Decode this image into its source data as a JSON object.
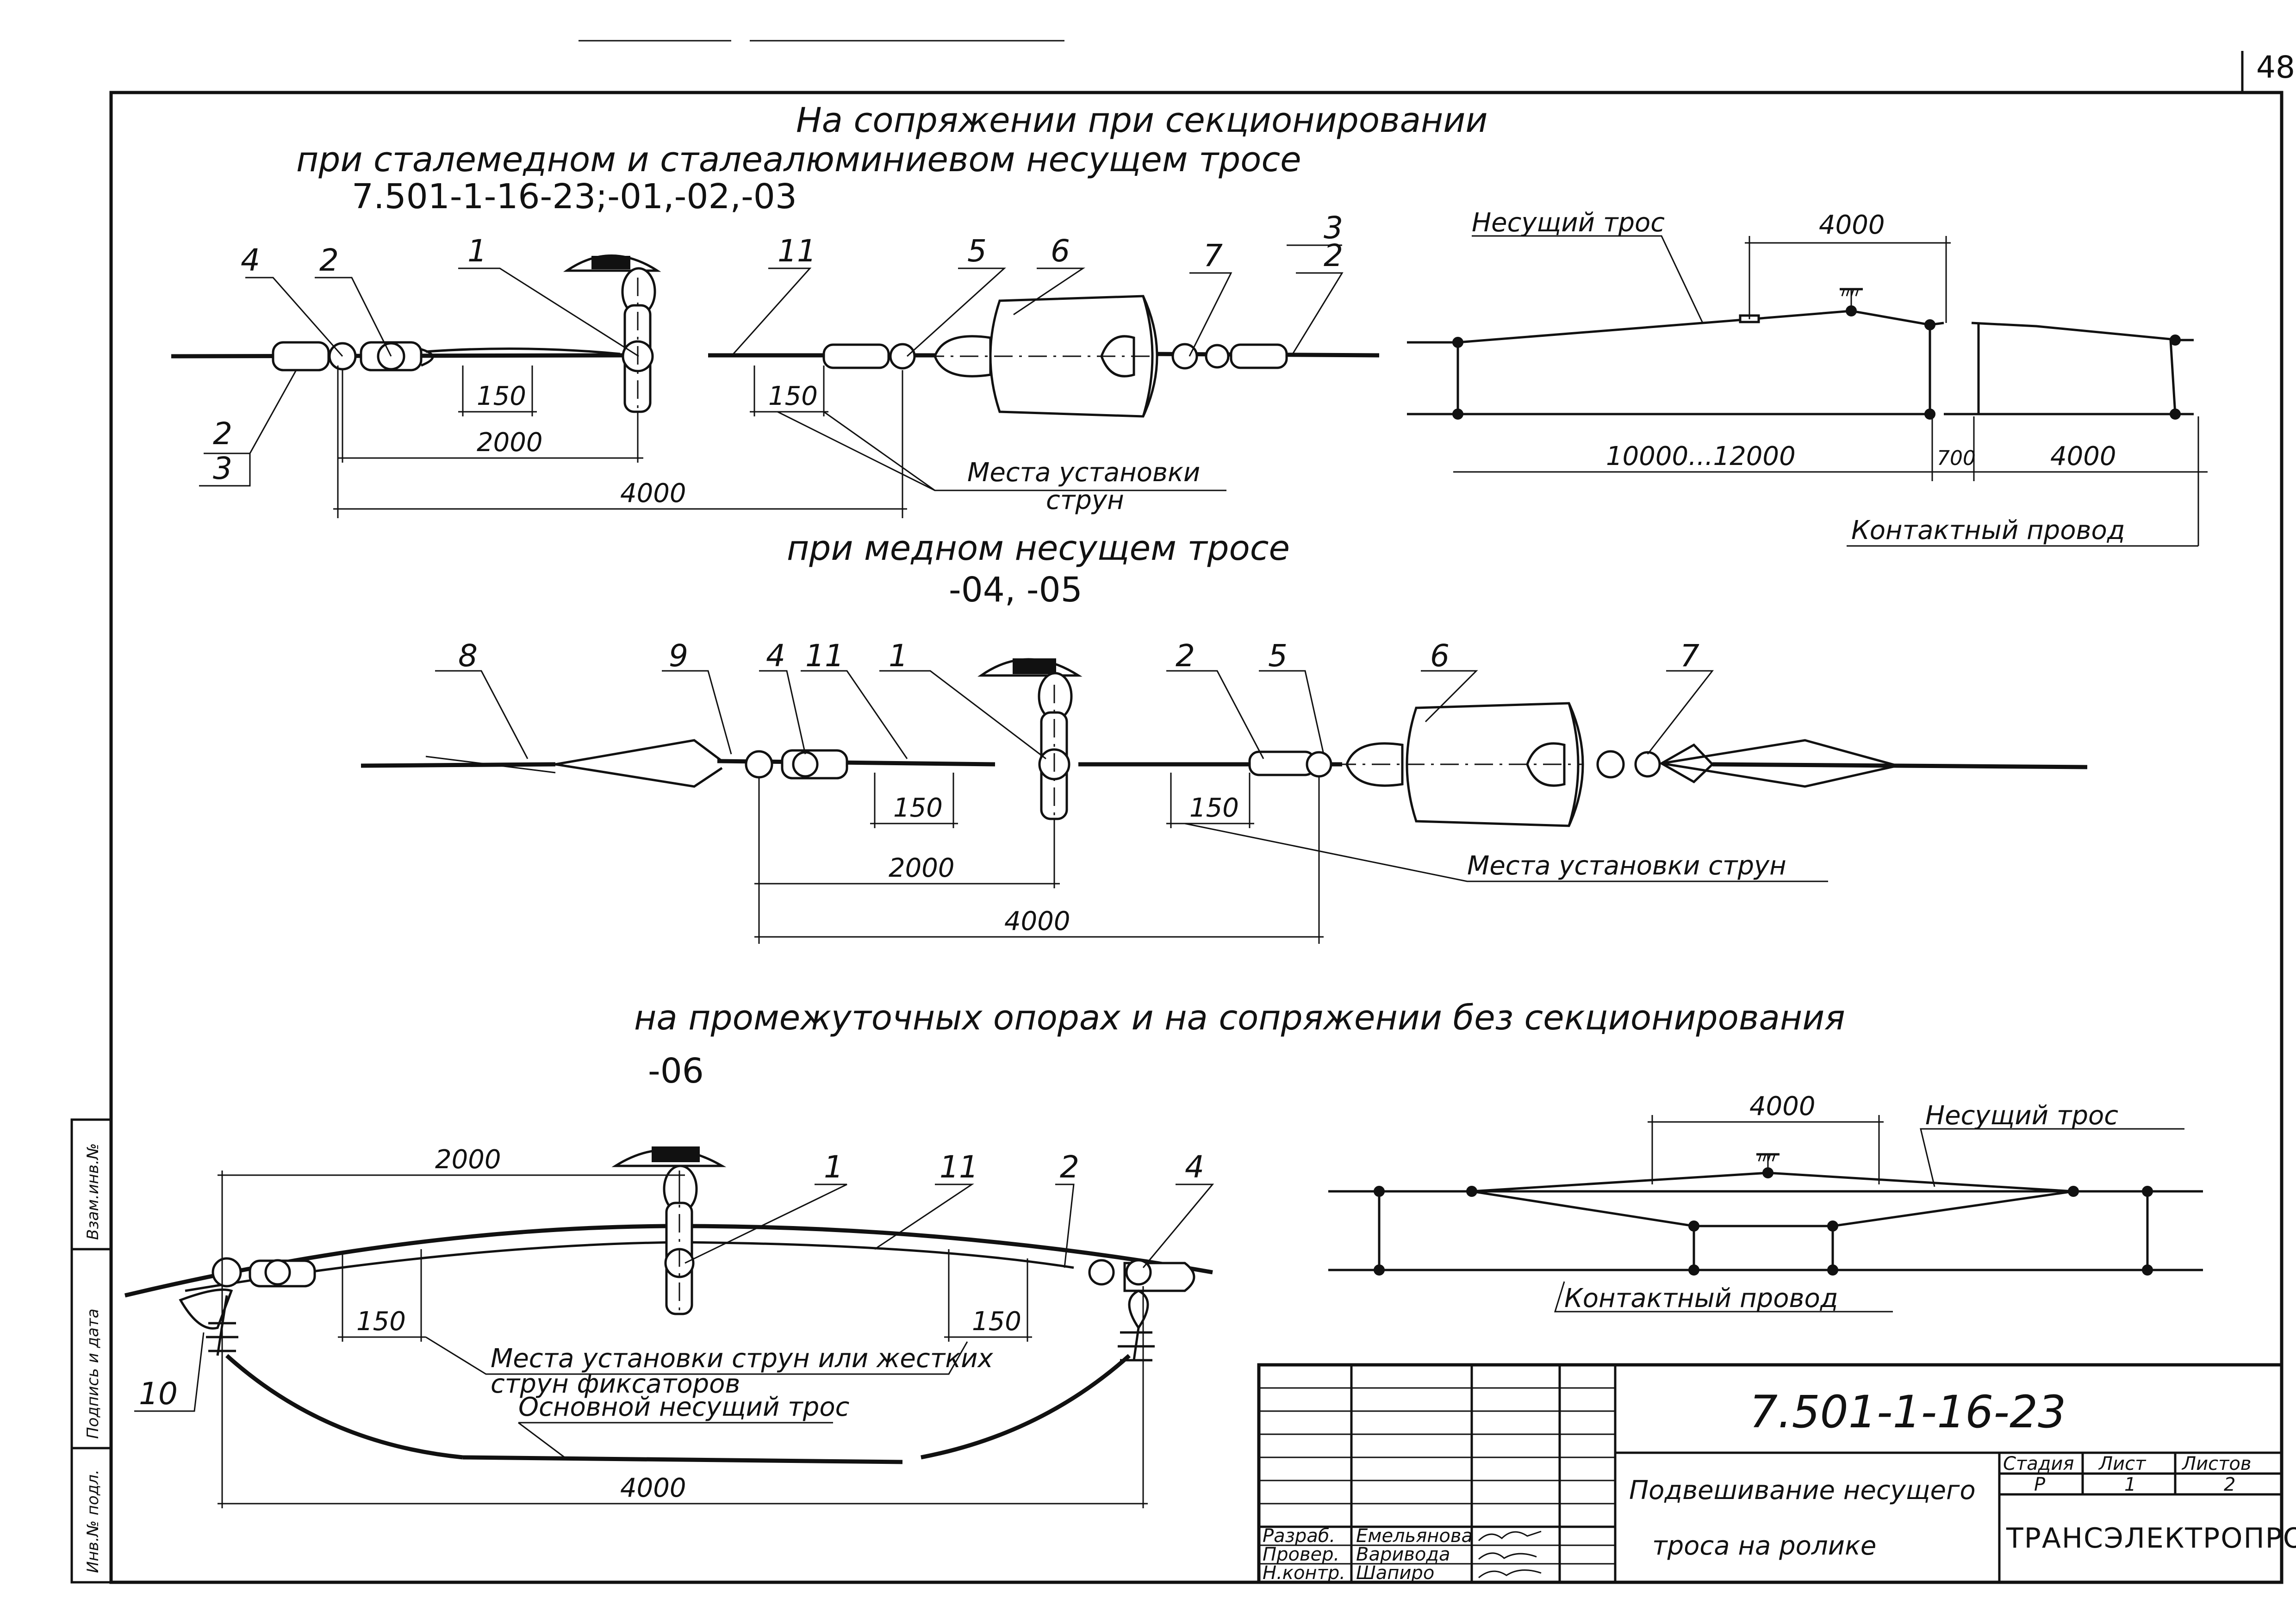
{
  "sheet": {
    "page_number": "48"
  },
  "section1": {
    "title_line1": "На   сопряжении   при   секционировании",
    "title_line2": "при сталемедном и сталеалюминиевом несущем тросе",
    "code": "7.501-1-16-23;-01,-02,-03",
    "callouts": [
      "4",
      "2",
      "1",
      "11",
      "5",
      "6",
      "7",
      "3",
      "2",
      "2",
      "3"
    ],
    "dims": {
      "d150a": "150",
      "d150b": "150",
      "d2000": "2000",
      "d4000": "4000"
    },
    "note": "Места установки",
    "note2": "струн"
  },
  "scheme1": {
    "label_messenger": "Несущий трос",
    "label_contact": "Контактный провод",
    "dims": {
      "top4000": "4000",
      "span": "10000...12000",
      "d700": "700",
      "d4000": "4000"
    }
  },
  "section2": {
    "title": "при медном несущем тросе",
    "code": "-04, -05",
    "callouts": [
      "8",
      "9",
      "4",
      "11",
      "1",
      "2",
      "5",
      "6",
      "7"
    ],
    "dims": {
      "d150a": "150",
      "d150b": "150",
      "d2000": "2000",
      "d4000": "4000"
    },
    "note": "Места установки струн"
  },
  "section3": {
    "title": "на промежуточных опорах и на   сопряжении без секционирования",
    "code": "-06",
    "callouts": [
      "1",
      "11",
      "2",
      "4",
      "10"
    ],
    "dims": {
      "d2000": "2000",
      "d150a": "150",
      "d150b": "150",
      "d4000": "4000"
    },
    "note1": "Места установки струн или жестких",
    "note2": "струн фиксаторов",
    "note3": "Основной несущий трос"
  },
  "scheme2": {
    "label_messenger": "Несущий трос",
    "label_contact": "Контактный провод",
    "dims": {
      "top4000": "4000"
    }
  },
  "title_block": {
    "doc_code": "7.501-1-16-23",
    "doc_title_line1": "Подвешивание несущего",
    "doc_title_line2": "троса на ролике",
    "col_stage": "Стадия",
    "col_sheet": "Лист",
    "col_sheets": "Листов",
    "stage": "Р",
    "sheet": "1",
    "sheets": "2",
    "organization": "ТРАНСЭЛЕКТРОПРОЕКТ",
    "roles": [
      {
        "role": "Разраб.",
        "name": "Емельянова"
      },
      {
        "role": "Провер.",
        "name": "Варивода"
      },
      {
        "role": "Н.контр.",
        "name": "Шапиро"
      }
    ]
  },
  "side_stamp": {
    "inv_no": "Инв.№ подл.",
    "sign_date": "Подпись и дата",
    "replace_inv": "Взам.инв.№"
  }
}
